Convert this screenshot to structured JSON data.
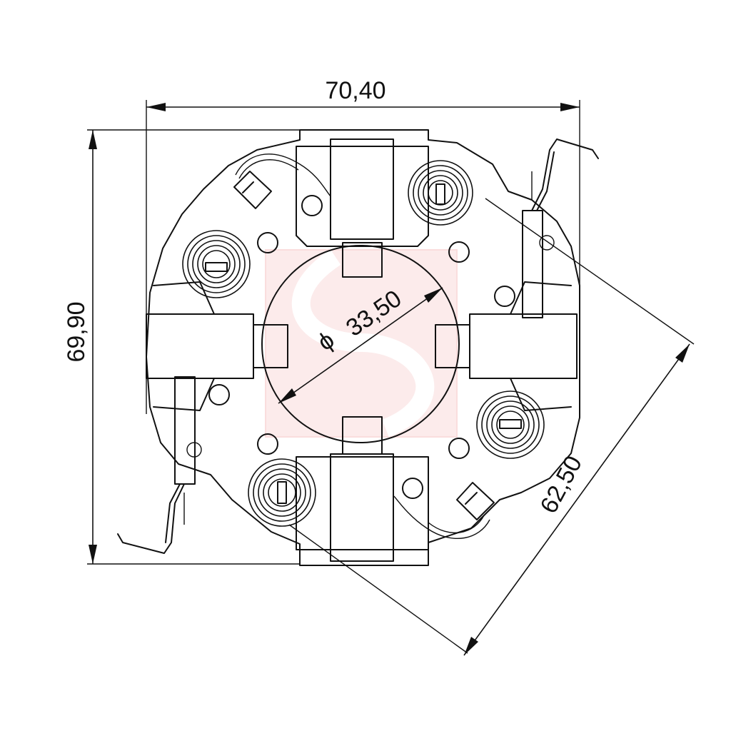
{
  "dimensions": {
    "width_label": "70,40",
    "height_label": "69,90",
    "bore_diameter_label": "33,50",
    "diagonal_label": "62,50",
    "diameter_symbol": "ϕ"
  },
  "colors": {
    "line": "#111111",
    "watermark": "#f2a0a0"
  },
  "icons": {
    "watermark": "watermark-logo"
  }
}
